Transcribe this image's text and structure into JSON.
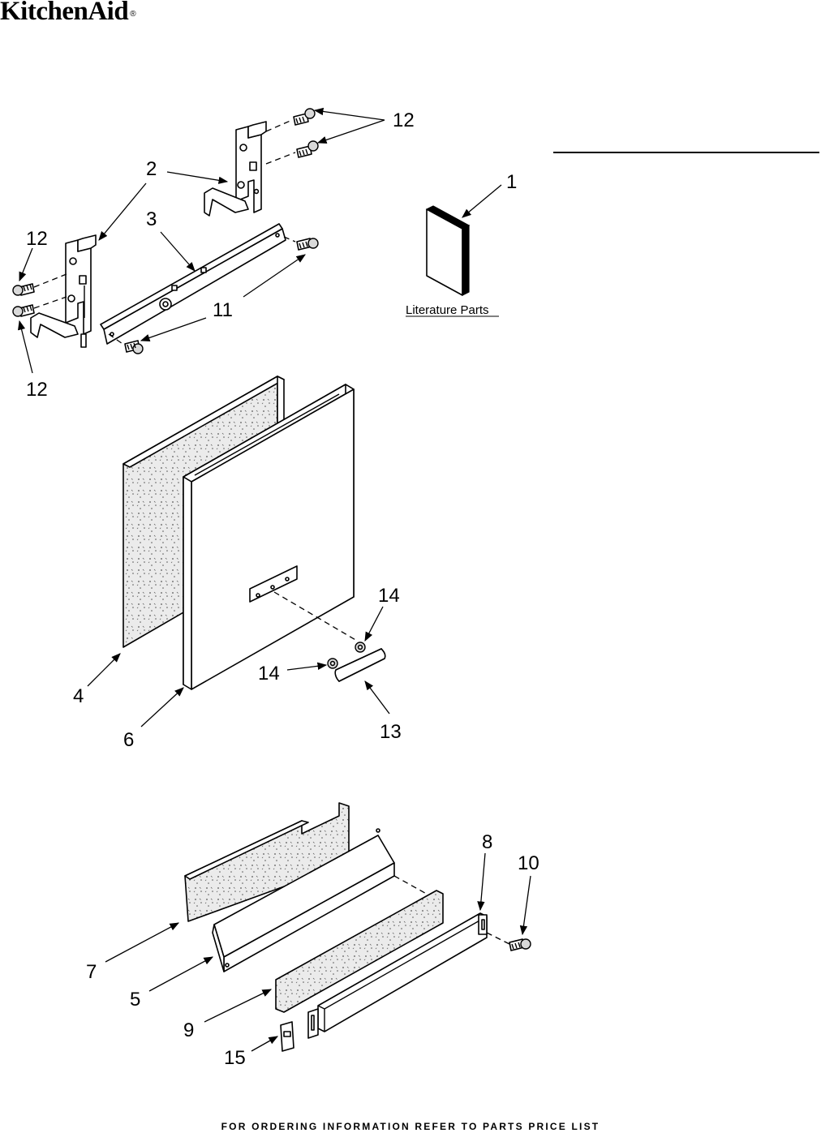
{
  "brand": {
    "name": "KitchenAid",
    "mark": "®"
  },
  "callouts": {
    "c1": "1",
    "c2": "2",
    "c3": "3",
    "c4": "4",
    "c5": "5",
    "c6": "6",
    "c7": "7",
    "c8": "8",
    "c9": "9",
    "c10": "10",
    "c11": "11",
    "c12_top": "12",
    "c12_left_upper": "12",
    "c12_left_lower": "12",
    "c13": "13",
    "c14_upper": "14",
    "c14_lower": "14",
    "c15": "15"
  },
  "literature": {
    "label": "Literature Parts"
  },
  "footer": {
    "text": "FOR ORDERING INFORMATION REFER TO PARTS PRICE LIST"
  }
}
